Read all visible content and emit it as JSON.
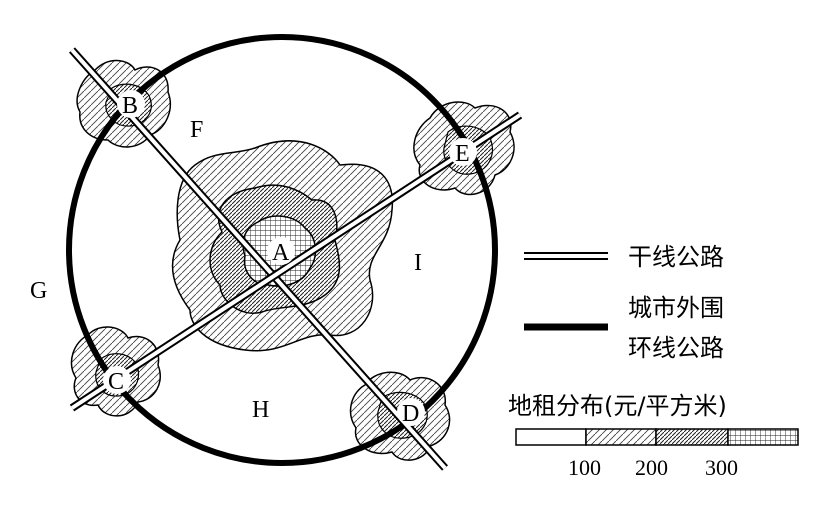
{
  "map": {
    "labels": {
      "A": "A",
      "B": "B",
      "C": "C",
      "D": "D",
      "E": "E",
      "F": "F",
      "G": "G",
      "H": "H",
      "I": "I"
    }
  },
  "legend": {
    "trunk_road": "干线公路",
    "ring_road_line1": "城市外围",
    "ring_road_line2": "环线公路",
    "rent_title": "地租分布(元/平方米)",
    "scale_values": [
      "100",
      "200",
      "300"
    ]
  }
}
